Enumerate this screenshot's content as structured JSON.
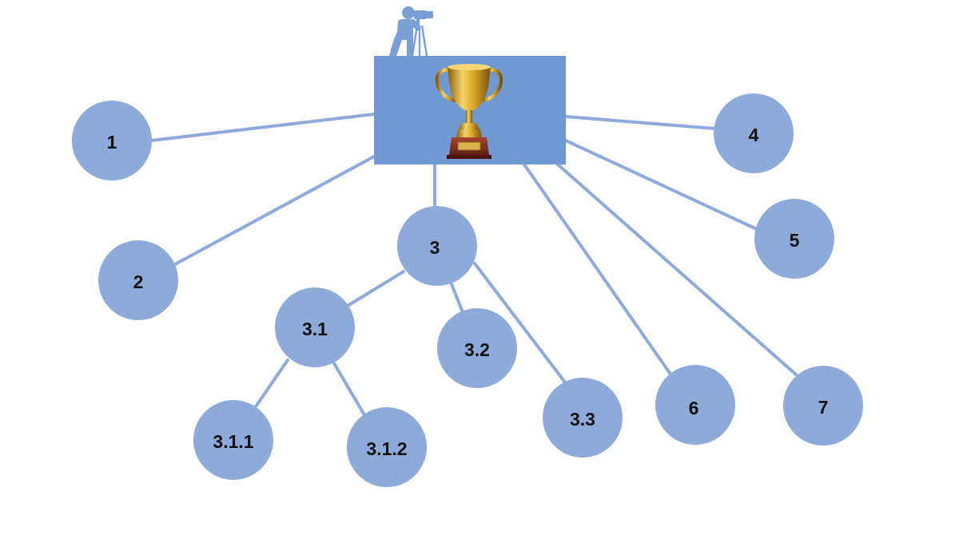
{
  "colors": {
    "node_fill": "#8eaadb",
    "edge": "#8eaadb",
    "root_box": "#7099d1",
    "camera_operator": "#7a9fd4",
    "trophy_gold": "#d8a928",
    "trophy_base": "#7b2d1e",
    "plaque": "#d9b04a"
  },
  "icons": {
    "root": "trophy-icon",
    "observer": "camera-operator-icon"
  },
  "nodes": [
    {
      "id": "n1",
      "label": "1"
    },
    {
      "id": "n2",
      "label": "2"
    },
    {
      "id": "n3",
      "label": "3"
    },
    {
      "id": "n31",
      "label": "3.1"
    },
    {
      "id": "n32",
      "label": "3.2"
    },
    {
      "id": "n33",
      "label": "3.3"
    },
    {
      "id": "n311",
      "label": "3.1.1"
    },
    {
      "id": "n312",
      "label": "3.1.2"
    },
    {
      "id": "n4",
      "label": "4"
    },
    {
      "id": "n5",
      "label": "5"
    },
    {
      "id": "n6",
      "label": "6"
    },
    {
      "id": "n7",
      "label": "7"
    }
  ],
  "edges": [
    {
      "from": "root",
      "to": "n1"
    },
    {
      "from": "root",
      "to": "n2"
    },
    {
      "from": "root",
      "to": "n3"
    },
    {
      "from": "root",
      "to": "n4"
    },
    {
      "from": "root",
      "to": "n5"
    },
    {
      "from": "root",
      "to": "n6"
    },
    {
      "from": "root",
      "to": "n7"
    },
    {
      "from": "n3",
      "to": "n31"
    },
    {
      "from": "n3",
      "to": "n32"
    },
    {
      "from": "n3",
      "to": "n33"
    },
    {
      "from": "n31",
      "to": "n311"
    },
    {
      "from": "n31",
      "to": "n312"
    }
  ]
}
